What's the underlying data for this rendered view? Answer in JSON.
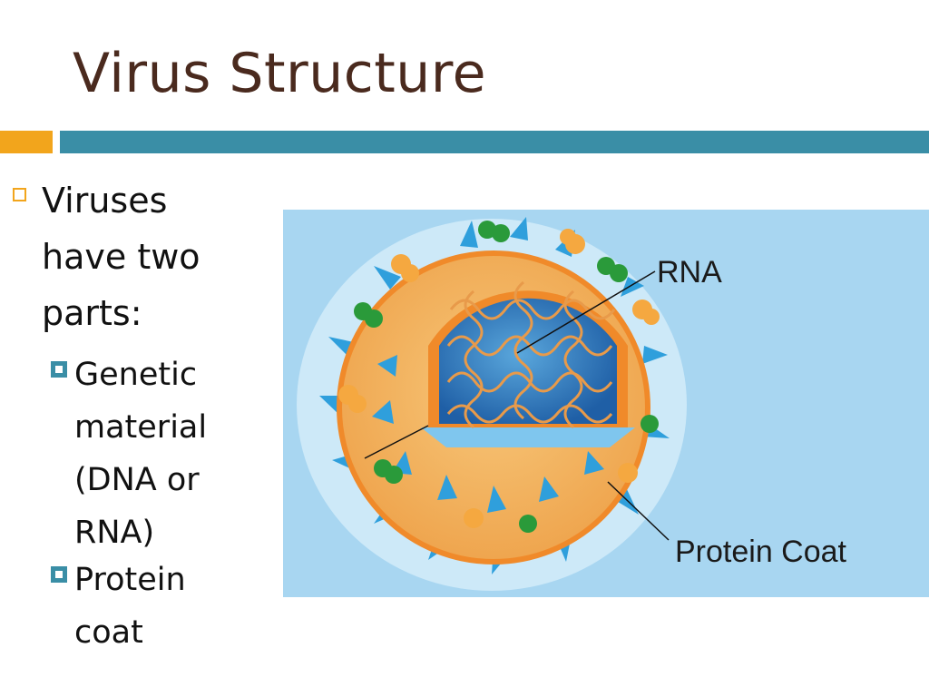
{
  "slide": {
    "title": "Virus Structure"
  },
  "bullets": {
    "main": "Viruses have two parts:",
    "sub1": "Genetic material (DNA or RNA)",
    "sub2": "Protein coat"
  },
  "figure": {
    "label_rna": "RNA",
    "label_coat": "Protein Coat"
  },
  "colors": {
    "title": "#4a2a1e",
    "accent_gold": "#f2a51c",
    "accent_teal": "#3a8ea6",
    "figure_bg": "#a8d6f1"
  }
}
